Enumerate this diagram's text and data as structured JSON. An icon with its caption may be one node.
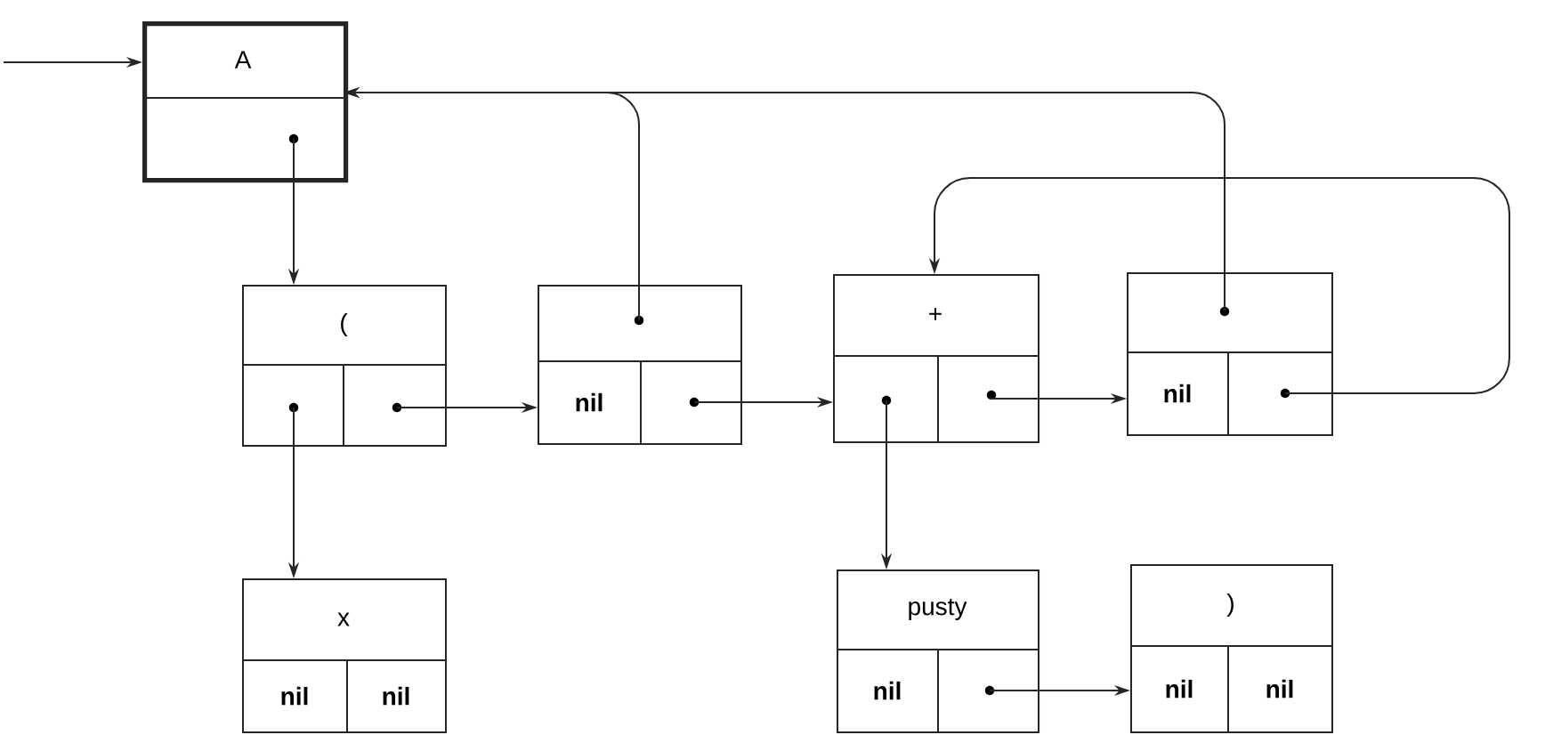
{
  "diagram": {
    "nodes": [
      {
        "text": [
          "A"
        ]
      },
      {
        "text": [
          "("
        ]
      },
      {
        "text": [
          "nil"
        ]
      },
      {
        "text": [
          "+"
        ]
      },
      {
        "text": [
          "nil"
        ]
      },
      {
        "text": [
          "x",
          "nil",
          "nil"
        ]
      },
      {
        "text": [
          "pusty",
          "nil"
        ]
      },
      {
        "text": [
          ")",
          "nil",
          "nil"
        ]
      }
    ],
    "edges": [
      {
        "from": null,
        "to": 0,
        "arrow": "to"
      },
      {
        "from": 0,
        "to": 1,
        "arrow": "to"
      },
      {
        "from": 1,
        "to": 5,
        "arrow": "to"
      },
      {
        "from": 1,
        "to": 2,
        "arrow": "to"
      },
      {
        "from": 2,
        "to": 0,
        "arrow": "to"
      },
      {
        "from": 2,
        "to": 3,
        "arrow": "to"
      },
      {
        "from": 3,
        "to": 4,
        "arrow": "to"
      },
      {
        "from": 3,
        "to": 6,
        "arrow": "to"
      },
      {
        "from": 4,
        "to": 0,
        "arrow": "to"
      },
      {
        "from": 4,
        "to": 3,
        "arrow": "to"
      },
      {
        "from": 6,
        "to": 7,
        "arrow": "to"
      }
    ]
  }
}
